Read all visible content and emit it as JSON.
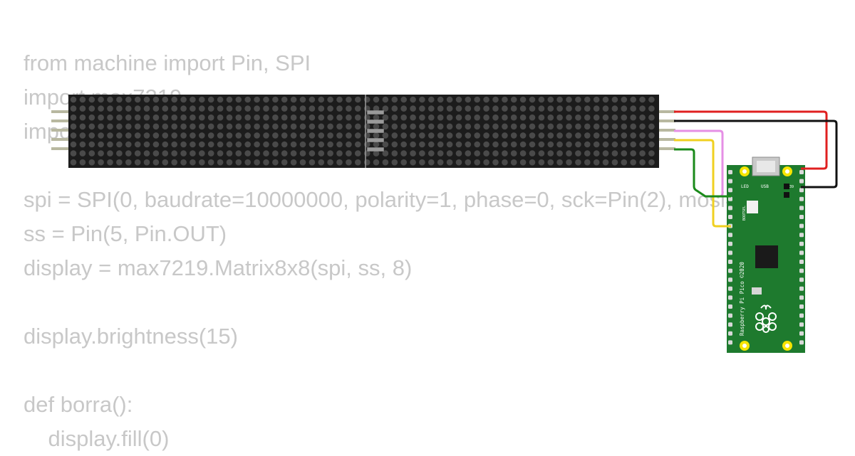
{
  "code_lines": [
    "from machine import Pin, SPI",
    "import max7219",
    "import time",
    "",
    "spi = SPI(0, baudrate=10000000, polarity=1, phase=0, sck=Pin(2), mosi=Pin(3))",
    "ss = Pin(5, Pin.OUT)",
    "display = max7219.Matrix8x8(spi, ss, 8)",
    "",
    "display.brightness(15)",
    "",
    "def borra():",
    "    display.fill(0)"
  ],
  "board": {
    "name": "Raspberry Pi Pico ©2020",
    "led_label": "LED",
    "usb_label": "USB",
    "bootsel_label": "BOOTSEL",
    "pin_label": "39"
  },
  "colors": {
    "code_text": "#c8c8c8",
    "matrix_body": "#1c1c1c",
    "matrix_dot": "#4a4a4a",
    "pcb_green": "#1e7a2e",
    "wire_red": "#e02020",
    "wire_black": "#111111",
    "wire_pink": "#e58fe5",
    "wire_yellow": "#f0d020",
    "wire_green": "#1a8a1a"
  }
}
